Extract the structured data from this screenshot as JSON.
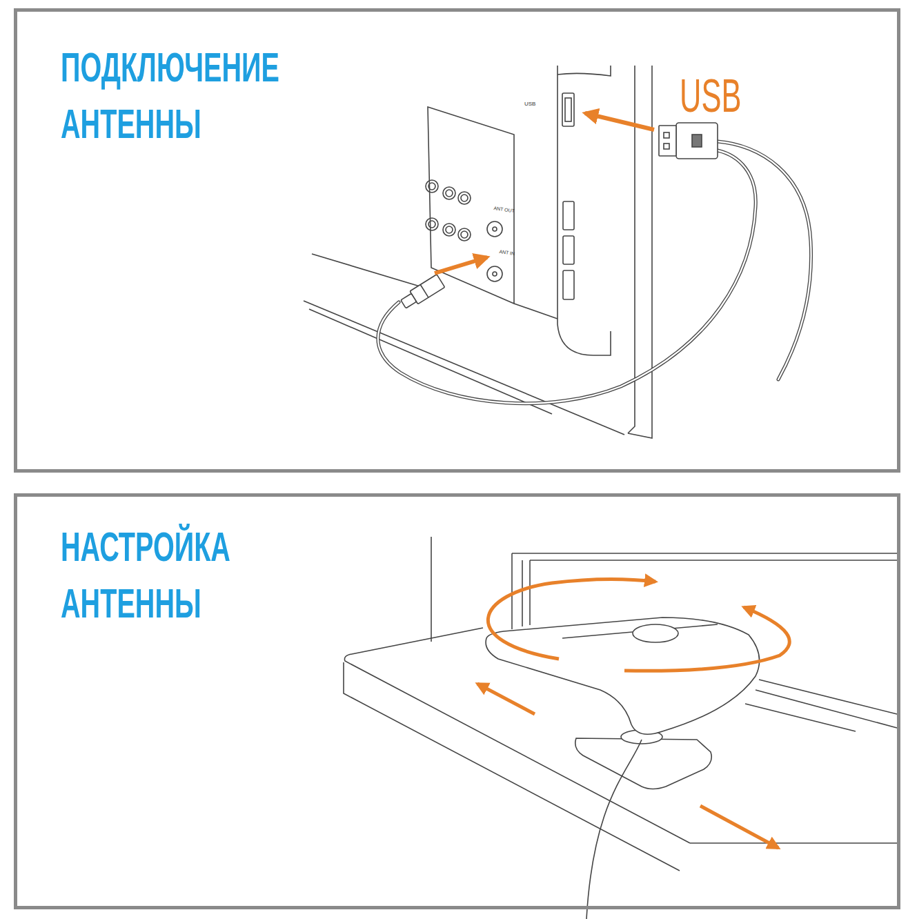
{
  "diagram": {
    "nodes": [
      {
        "text": [
          "ПОДКЛЮЧЕНИЕ АНТЕННЫ"
        ]
      },
      {
        "text": [
          "НАСТРОЙКА АНТЕННЫ"
        ]
      }
    ],
    "labels": [
      "USB",
      "USB",
      "ANT OUT",
      "ANT IN"
    ]
  }
}
